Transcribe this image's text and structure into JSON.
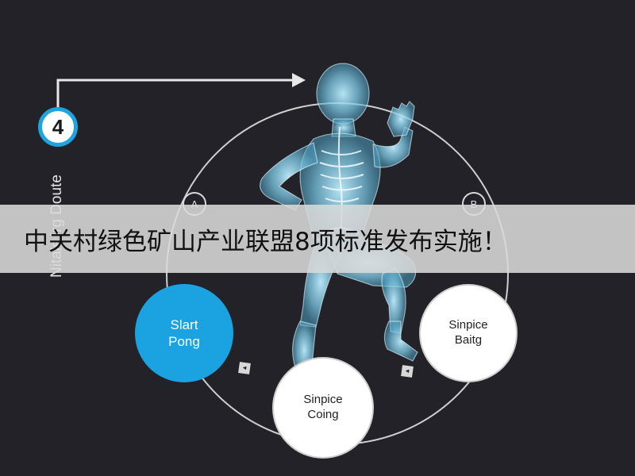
{
  "step": {
    "number": "4"
  },
  "side_label": "Nitals irg Doute",
  "markers": {
    "left": "A",
    "right": "B"
  },
  "nodes": {
    "start": {
      "line1": "Slart",
      "line2": "Pong"
    },
    "right": {
      "line1": "Sinpice",
      "line2": "Baitg"
    },
    "bottom": {
      "line1": "Sinpice",
      "line2": "Coing"
    }
  },
  "small_markers": {
    "left": "◂",
    "right": "◂"
  },
  "banner": {
    "text": "中关村绿色矿山产业联盟8项标准发布实施！"
  },
  "colors": {
    "background": "#222228",
    "accent": "#1aa3e0",
    "figure": "#8fd6ee",
    "banner": "#dadada"
  }
}
